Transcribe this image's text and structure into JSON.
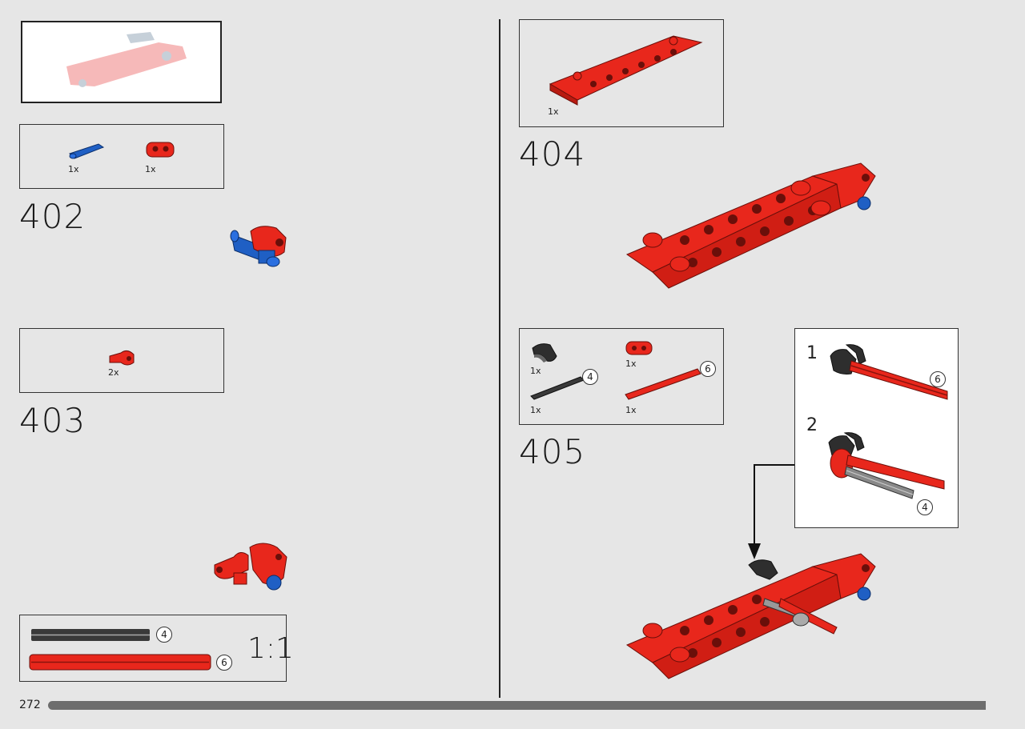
{
  "page": {
    "number": "272",
    "progress_fraction": 0.96
  },
  "steps": [
    {
      "id": "402",
      "number": "402",
      "parts": [
        {
          "qty": "1x",
          "icon": "blue-pin-icon"
        },
        {
          "qty": "1x",
          "icon": "red-connector-icon"
        }
      ]
    },
    {
      "id": "403",
      "number": "403",
      "parts": [
        {
          "qty": "2x",
          "icon": "red-axle-connector-icon"
        }
      ]
    },
    {
      "id": "404",
      "number": "404",
      "parts": [
        {
          "qty": "1x",
          "icon": "red-beam-panel-icon"
        }
      ]
    },
    {
      "id": "405",
      "number": "405",
      "parts": [
        {
          "qty": "1x",
          "icon": "dark-grey-bush-icon"
        },
        {
          "qty": "1x",
          "icon": "red-connector-icon"
        },
        {
          "qty": "1x",
          "length": "4",
          "icon": "dark-grey-axle-icon"
        },
        {
          "qty": "1x",
          "length": "6",
          "icon": "red-axle-icon"
        }
      ],
      "substeps": [
        {
          "number": "1",
          "length": "6"
        },
        {
          "number": "2",
          "length": "4"
        }
      ]
    }
  ],
  "scale_box": {
    "label": "1:1",
    "axles": [
      {
        "length": "4",
        "color": "#3a3a3a"
      },
      {
        "length": "6",
        "color": "#e8271c"
      }
    ]
  },
  "colors": {
    "red": "#e8271c",
    "blue": "#1f5fc4",
    "dark_grey": "#3a3a3a",
    "background": "#e6e6e6"
  }
}
